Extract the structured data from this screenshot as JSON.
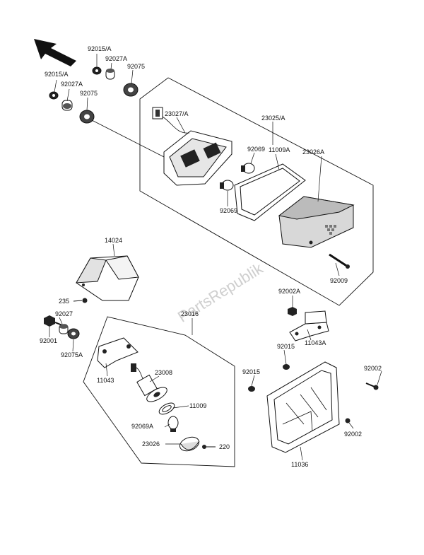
{
  "watermark": "PartsRepublik",
  "labels": {
    "p92015a_top": "92015/A",
    "p92027a_top": "92027A",
    "p92075_top": "92075",
    "p92015a_left": "92015/A",
    "p92027a_left": "92027A",
    "p92075_left": "92075",
    "p23027a": "23027/A",
    "p23025a": "23025/A",
    "p92069_top": "92069",
    "p11009a": "11009A",
    "p23026a": "23026A",
    "p92069_bot": "92069",
    "p14024": "14024",
    "p92009": "92009",
    "p235": "235",
    "p92002a": "92002A",
    "p92027": "92027",
    "p23016": "23016",
    "p92001": "92001",
    "p11043a": "11043A",
    "p92075a": "92075A",
    "p92015_mid": "92015",
    "p11043": "11043",
    "p23008": "23008",
    "p92015_left": "92015",
    "p92002_right": "92002",
    "p11009": "11009",
    "p92069a": "92069A",
    "p92002_bot": "92002",
    "p23026": "23026",
    "p220": "220",
    "p11036": "11036"
  }
}
